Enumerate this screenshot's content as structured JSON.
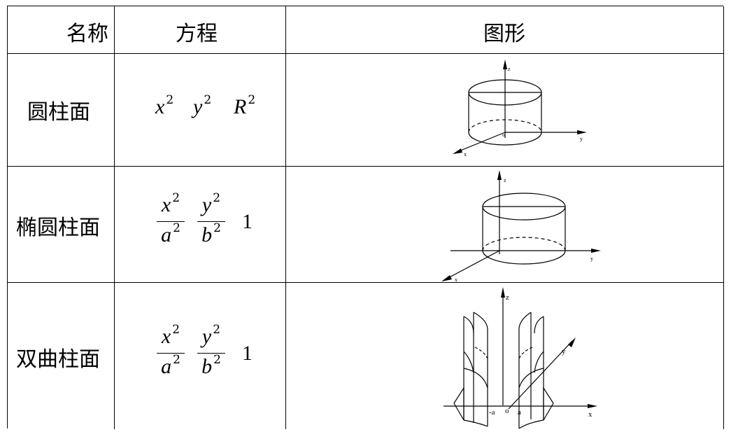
{
  "header": {
    "name": "名称",
    "equation": "方程",
    "figure": "图形"
  },
  "rows": [
    {
      "name": "圆柱面",
      "equation": {
        "t1": "x",
        "t2": "y",
        "t3": "R",
        "exp": "2"
      },
      "figure": {
        "z": "z",
        "y": "y",
        "x": "x",
        "o": "o"
      }
    },
    {
      "name": "椭圆柱面",
      "equation": {
        "num1": "x",
        "den1": "a",
        "num2": "y",
        "den2": "b",
        "exp": "2",
        "rhs": "1"
      },
      "figure": {
        "z": "z",
        "y": "y",
        "x": "x"
      }
    },
    {
      "name": "双曲柱面",
      "equation": {
        "num1": "x",
        "den1": "a",
        "num2": "y",
        "den2": "b",
        "exp": "2",
        "rhs": "1"
      },
      "figure": {
        "z": "z",
        "y": "y",
        "x": "x",
        "o": "o",
        "neg_a": "-a",
        "a": "a"
      }
    }
  ]
}
